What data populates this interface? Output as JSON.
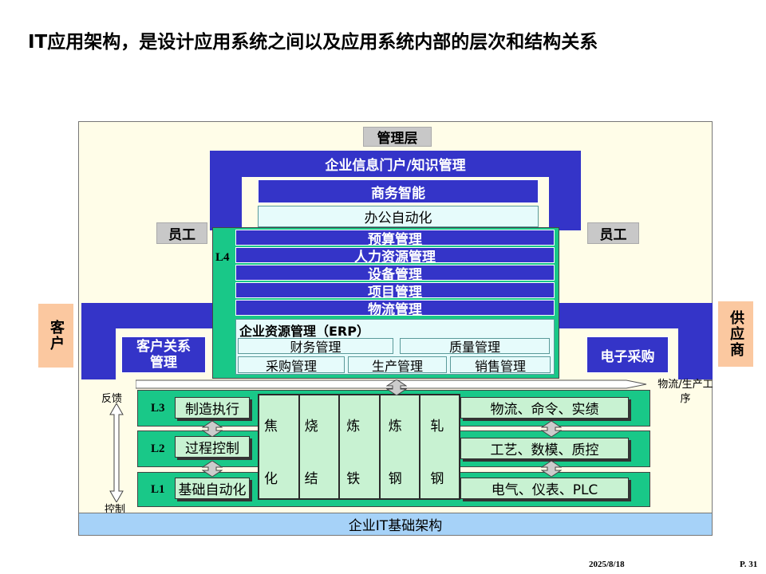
{
  "slide": {
    "title": "IT应用架构，是设计应用系统之间以及应用系统内部的层次和结构关系",
    "footer_date": "2025/8/18",
    "footer_page": "P. 31"
  },
  "diagram": {
    "management_layer": "管理层",
    "portal": "企业信息门户/知识管理",
    "bi": "商务智能",
    "oa": "办公自动化",
    "employee_left": "员工",
    "employee_right": "员工",
    "l4": "L4",
    "modules": [
      "预算管理",
      "人力资源管理",
      "设备管理",
      "项目管理",
      "物流管理"
    ],
    "erp_title": "企业资源管理（ERP）",
    "erp_items": [
      "财务管理",
      "质量管理",
      "采购管理",
      "生产管理",
      "销售管理"
    ],
    "customer": "客户",
    "supplier": "供应商",
    "crm": "客户关系管理",
    "eprocurement": "电子采购",
    "logistics_process": "物流/生产工序",
    "feedback": "反馈",
    "control": "控制",
    "l3": "L3",
    "l2": "L2",
    "l1": "L1",
    "l3_label": "制造执行",
    "l2_label": "过程控制",
    "l1_label": "基础自动化",
    "processes": [
      {
        "top": "焦",
        "bottom": "化"
      },
      {
        "top": "烧",
        "bottom": "结"
      },
      {
        "top": "炼",
        "bottom": "铁"
      },
      {
        "top": "炼",
        "bottom": "钢"
      },
      {
        "top": "轧",
        "bottom": "钢"
      }
    ],
    "l3_right": "物流、命令、实绩",
    "l2_right": "工艺、数模、质控",
    "l1_right": "电气、仪表、PLC",
    "infrastructure": "企业IT基础架构"
  }
}
